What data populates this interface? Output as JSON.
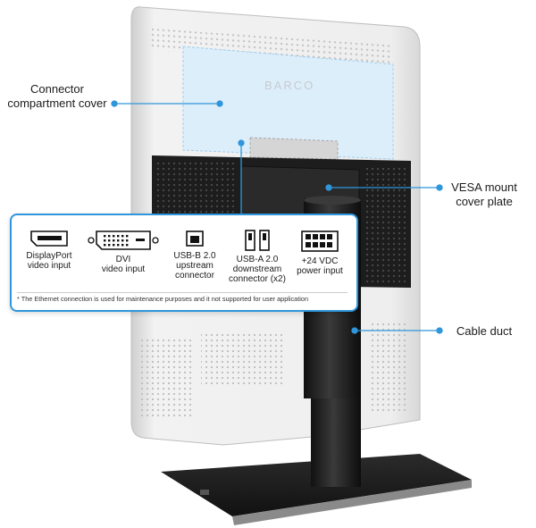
{
  "callouts": {
    "connector_cover": [
      "Connector",
      "compartment cover"
    ],
    "vesa_plate": [
      "VESA mount",
      "cover plate"
    ],
    "cable_duct": [
      "Cable duct"
    ]
  },
  "connectors": [
    {
      "icon": "displayport-icon",
      "lines": [
        "DisplayPort",
        "video input"
      ]
    },
    {
      "icon": "dvi-icon",
      "lines": [
        "DVI",
        "video input"
      ]
    },
    {
      "icon": "usb-b-icon",
      "lines": [
        "USB-B 2.0",
        "upstream",
        "connector"
      ]
    },
    {
      "icon": "usb-a-icon",
      "lines": [
        "USB-A 2.0",
        "downstream",
        "connector (x2)"
      ]
    },
    {
      "icon": "power-input-icon",
      "lines": [
        "+24 VDC",
        "power input"
      ]
    }
  ],
  "footnote": "* The Ethernet connection is used for maintenance purposes and it not supported for user application",
  "brand": "BARCO",
  "colors": {
    "accent": "#2f96dc",
    "monitor": "#e9e9e9",
    "stand": "#1c1c1c"
  }
}
